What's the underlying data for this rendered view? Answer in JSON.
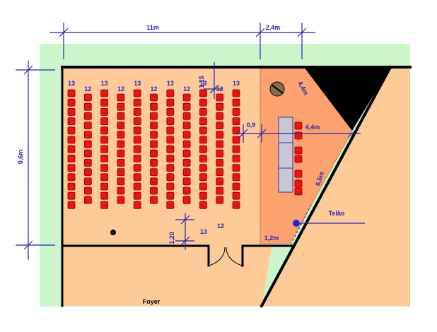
{
  "colors": {
    "grass": "#ccf5cc",
    "floor": "#fdcb97",
    "stage": "#fba26f",
    "seat": "#ee1111",
    "table": "#c8c8d2",
    "dim": "#2222bb",
    "wall": "#000000"
  },
  "dimensions": {
    "width_hall": "11m",
    "width_stage": "2,4m",
    "depth_hall": "9,6m",
    "row_gap": "1,15",
    "aisle_gap": "1,20",
    "stage_gap": "0,9",
    "stage_depth": "4,4m",
    "diag_top": "4,4m",
    "diag_screen": "6,5m",
    "stage_front": "1,2m"
  },
  "labels": {
    "screen": "Telão",
    "foyer": "Foyer"
  },
  "seating": {
    "columns": [
      {
        "label": "13",
        "count": 13
      },
      {
        "label": "12",
        "count": 12
      },
      {
        "label": "13",
        "count": 13
      },
      {
        "label": "12",
        "count": 12
      },
      {
        "label": "13",
        "count": 13
      },
      {
        "label": "12",
        "count": 12
      },
      {
        "label": "13",
        "count": 13
      },
      {
        "label": "12",
        "count": 12
      },
      {
        "label": "13",
        "count": 13
      },
      {
        "label": "12",
        "count": 12
      },
      {
        "label": "13",
        "count": 13
      }
    ],
    "bottom_labels": [
      "13",
      "12"
    ],
    "stage_seat_count": 7
  }
}
